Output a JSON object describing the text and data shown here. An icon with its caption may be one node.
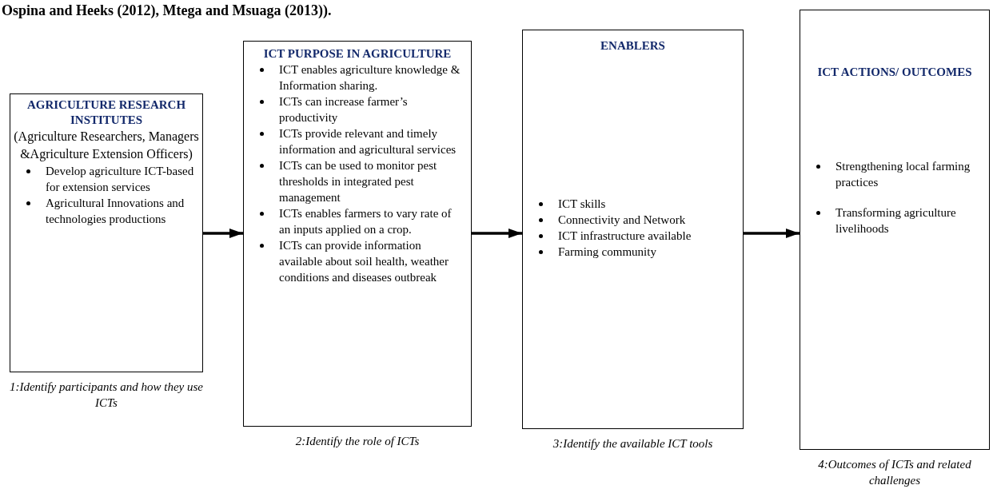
{
  "diagram": {
    "nodes": [
      {
        "text": [
          "AGRICULTURE RESEARCH INSTITUTES",
          "(Agriculture Researchers, Managers &Agriculture Extension Officers)",
          "Develop agriculture ICT-based for extension services",
          "Agricultural Innovations and technologies productions"
        ],
        "beside": [
          "1:Identify participants and how they  use ICTs"
        ]
      },
      {
        "text": [
          "ICT PURPOSE IN AGRICULTURE",
          "ICT enables agriculture knowledge & Information sharing.",
          "ICTs can increase farmer’s productivity",
          "ICTs provide relevant and timely information and agricultural services",
          "ICTs can be used to monitor pest thresholds in integrated pest management",
          "ICTs enables farmers to vary rate of an inputs applied on a crop.",
          "ICTs can provide information available about soil health, weather conditions and diseases outbreak"
        ],
        "beside": [
          "2:Identify the role of ICTs"
        ]
      },
      {
        "text": [
          "ENABLERS",
          "ICT skills",
          "Connectivity and Network",
          "ICT infrastructure available",
          "Farming community"
        ],
        "beside": [
          "3:Identify the available ICT tools"
        ]
      },
      {
        "text": [
          "ICT ACTIONS/ OUTCOMES",
          "Strengthening local farming practices",
          "Transforming agriculture livelihoods"
        ],
        "beside": [
          "4:Outcomes of ICTs and related challenges"
        ]
      }
    ],
    "edges": [
      {
        "from": 0,
        "to": 1,
        "arrow": "to"
      },
      {
        "from": 1,
        "to": 2,
        "arrow": "to"
      },
      {
        "from": 2,
        "to": 3,
        "arrow": "to"
      }
    ],
    "labels": [
      "Ospina and Heeks (2012), Mtega and Msuaga (2013))."
    ]
  }
}
